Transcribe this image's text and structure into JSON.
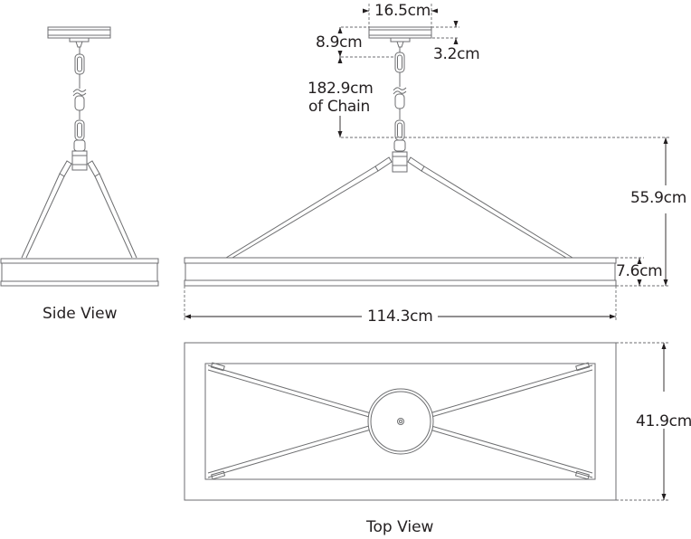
{
  "diagram": {
    "type": "dimensional-drawing",
    "subject": "linear pendant light with chain and canopy",
    "line_color": "#6d6e70",
    "text_color": "#231f20"
  },
  "views": {
    "side": {
      "label": "Side View"
    },
    "top": {
      "label": "Top View"
    }
  },
  "dimensions": {
    "canopy_width": "16.5cm",
    "canopy_height": "8.9cm",
    "canopy_plate": "3.2cm",
    "chain_length_value": "182.9cm",
    "chain_length_suffix": "of Chain",
    "fixture_height": "55.9cm",
    "shade_height": "7.6cm",
    "fixture_length": "114.3cm",
    "fixture_depth": "41.9cm"
  }
}
